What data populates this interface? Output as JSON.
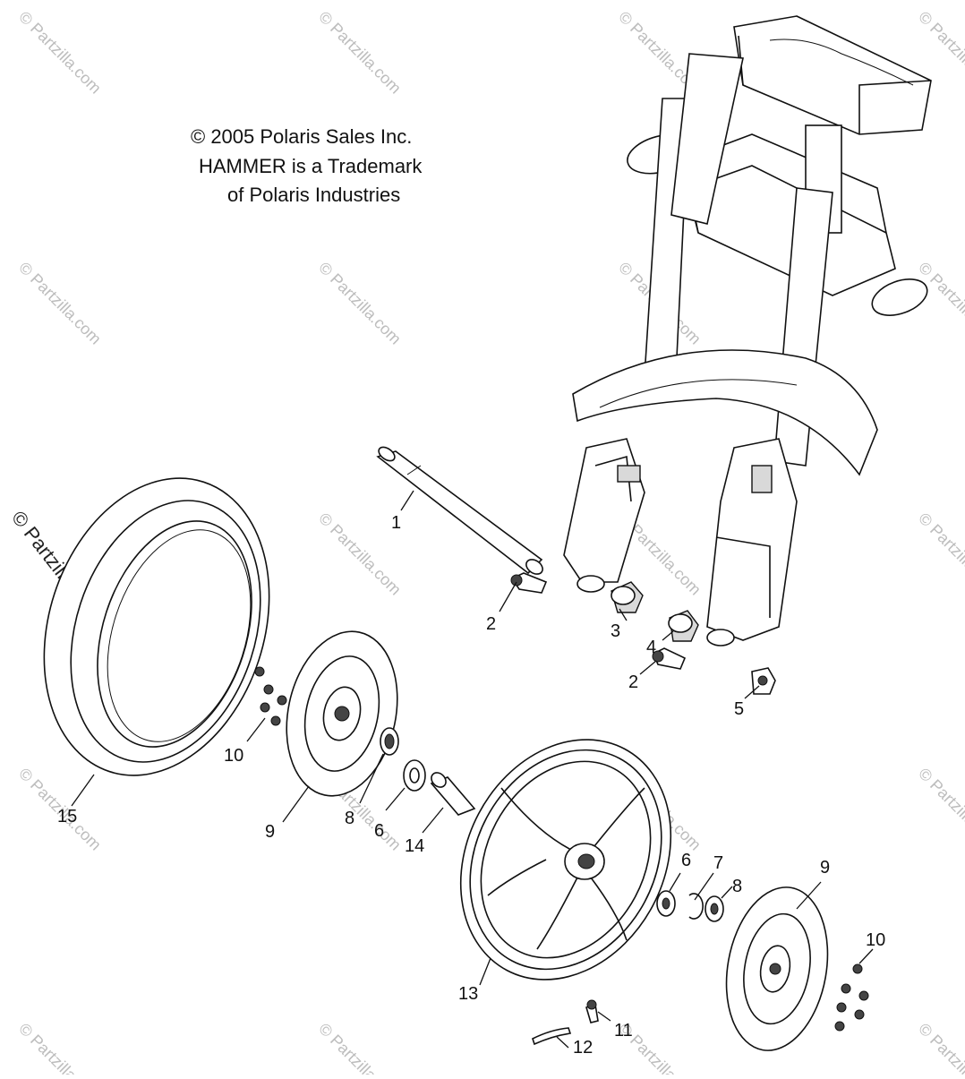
{
  "copyright": {
    "line1": "© 2005 Polaris Sales Inc.",
    "line2": "HAMMER is a Trademark",
    "line3": "of Polaris Industries"
  },
  "watermark": {
    "text": "© Partzilla.com"
  },
  "callouts": [
    {
      "id": "1",
      "label": "1"
    },
    {
      "id": "2a",
      "label": "2"
    },
    {
      "id": "3",
      "label": "3"
    },
    {
      "id": "4",
      "label": "4"
    },
    {
      "id": "2b",
      "label": "2"
    },
    {
      "id": "5",
      "label": "5"
    },
    {
      "id": "10a",
      "label": "10"
    },
    {
      "id": "15",
      "label": "15"
    },
    {
      "id": "9a",
      "label": "9"
    },
    {
      "id": "8a",
      "label": "8"
    },
    {
      "id": "6a",
      "label": "6"
    },
    {
      "id": "14",
      "label": "14"
    },
    {
      "id": "6b",
      "label": "6"
    },
    {
      "id": "7",
      "label": "7"
    },
    {
      "id": "8b",
      "label": "8"
    },
    {
      "id": "9b",
      "label": "9"
    },
    {
      "id": "10b",
      "label": "10"
    },
    {
      "id": "13",
      "label": "13"
    },
    {
      "id": "11",
      "label": "11"
    },
    {
      "id": "12",
      "label": "12"
    }
  ]
}
